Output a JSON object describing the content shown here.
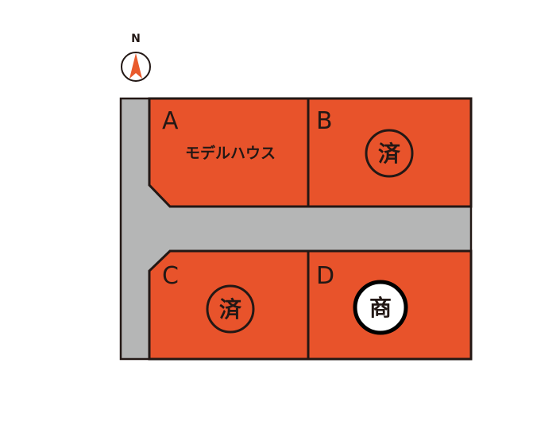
{
  "compass": {
    "label": "N",
    "arrow_color": "#e95a2c"
  },
  "colors": {
    "lot_fill": "#e8532b",
    "road_fill": "#b5b6b6",
    "outline": "#231815"
  },
  "lots": {
    "a": {
      "label": "A",
      "note": "モデルハウス",
      "status": "model-house"
    },
    "b": {
      "label": "B",
      "stamp": "済",
      "status": "sold"
    },
    "c": {
      "label": "C",
      "stamp": "済",
      "status": "sold"
    },
    "d": {
      "label": "D",
      "stamp": "商",
      "status": "under-negotiation"
    }
  }
}
